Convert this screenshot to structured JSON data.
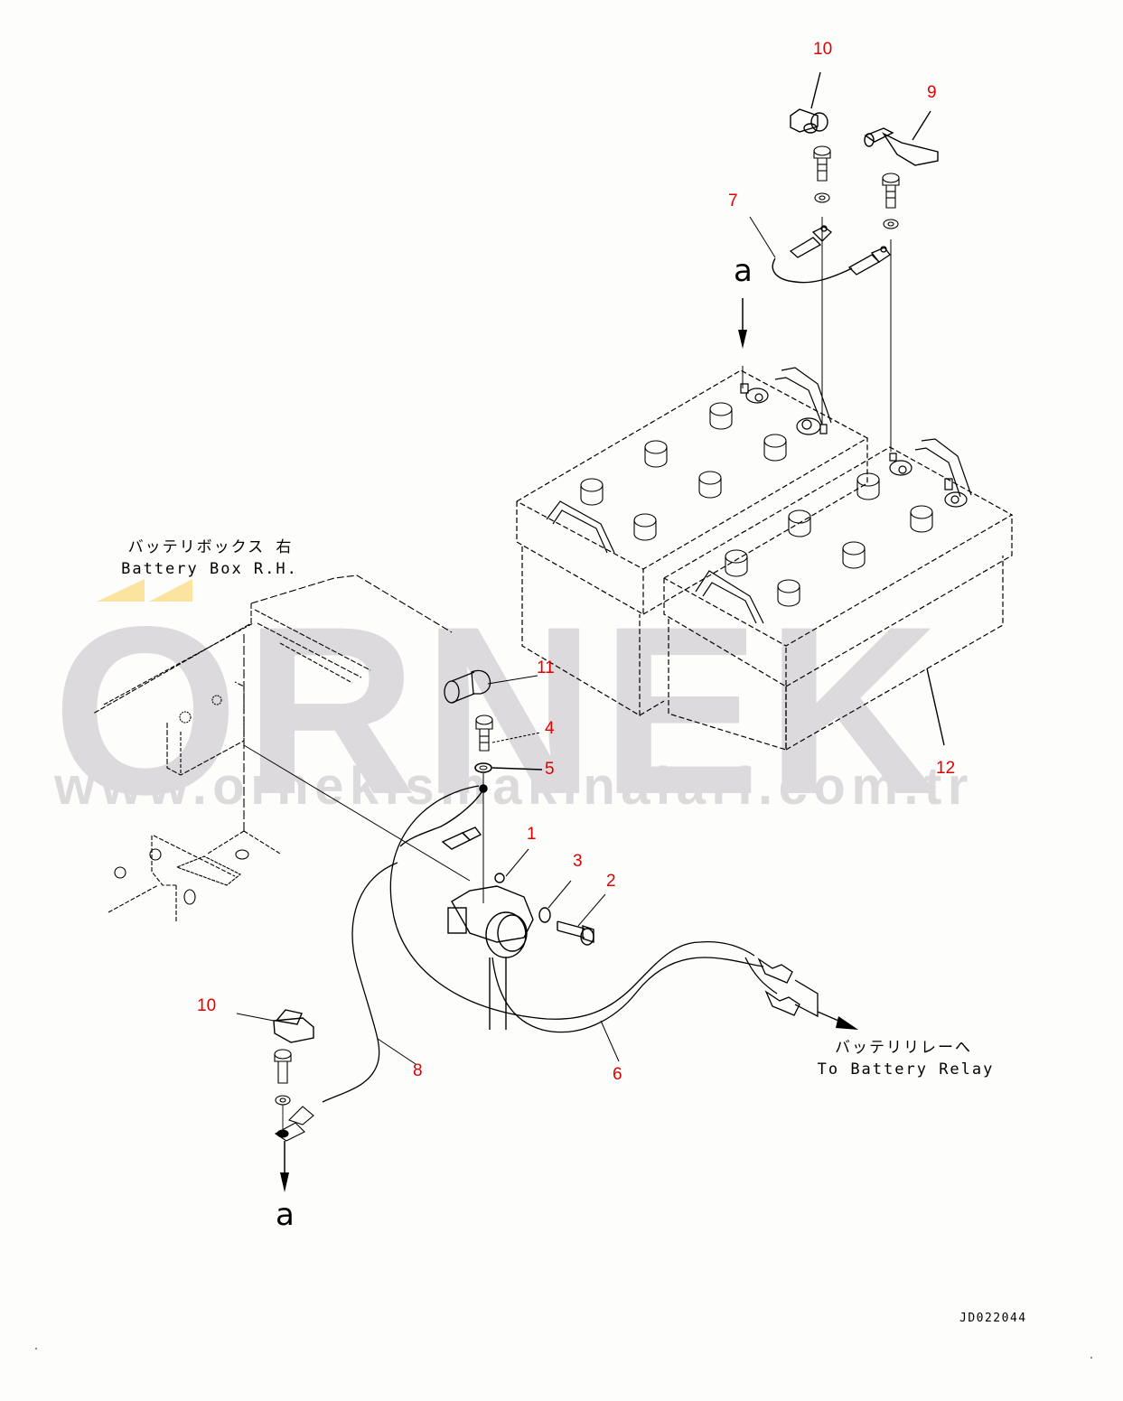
{
  "watermark": {
    "brand": "ÖRNEK",
    "brand_base": "ORNEK",
    "url": "www.ornekismakinalari.com.tr",
    "color": "#dcdadc",
    "accent_color": "#fbe4a0"
  },
  "labels": {
    "battery_box_jp": "バッテリボックス 右",
    "battery_box_en": "Battery Box R.H.",
    "to_relay_jp": "バッテリリレーへ",
    "to_relay_en": "To Battery Relay"
  },
  "reference_marks": {
    "top": "a",
    "bottom": "a"
  },
  "drawing_id": "JD022044",
  "callout_color": "#e00000",
  "callouts": [
    {
      "number": "10",
      "part": "terminal cover (top)"
    },
    {
      "number": "9",
      "part": "terminal cover"
    },
    {
      "number": "7",
      "part": "battery jumper cable"
    },
    {
      "number": "11",
      "part": "cap"
    },
    {
      "number": "4",
      "part": "bolt"
    },
    {
      "number": "5",
      "part": "washer"
    },
    {
      "number": "12",
      "part": "battery"
    },
    {
      "number": "1",
      "part": "battery relay"
    },
    {
      "number": "3",
      "part": "washer"
    },
    {
      "number": "2",
      "part": "bolt"
    },
    {
      "number": "10",
      "part": "terminal cover (bottom)"
    },
    {
      "number": "8",
      "part": "ground cable"
    },
    {
      "number": "6",
      "part": "wiring harness"
    }
  ]
}
